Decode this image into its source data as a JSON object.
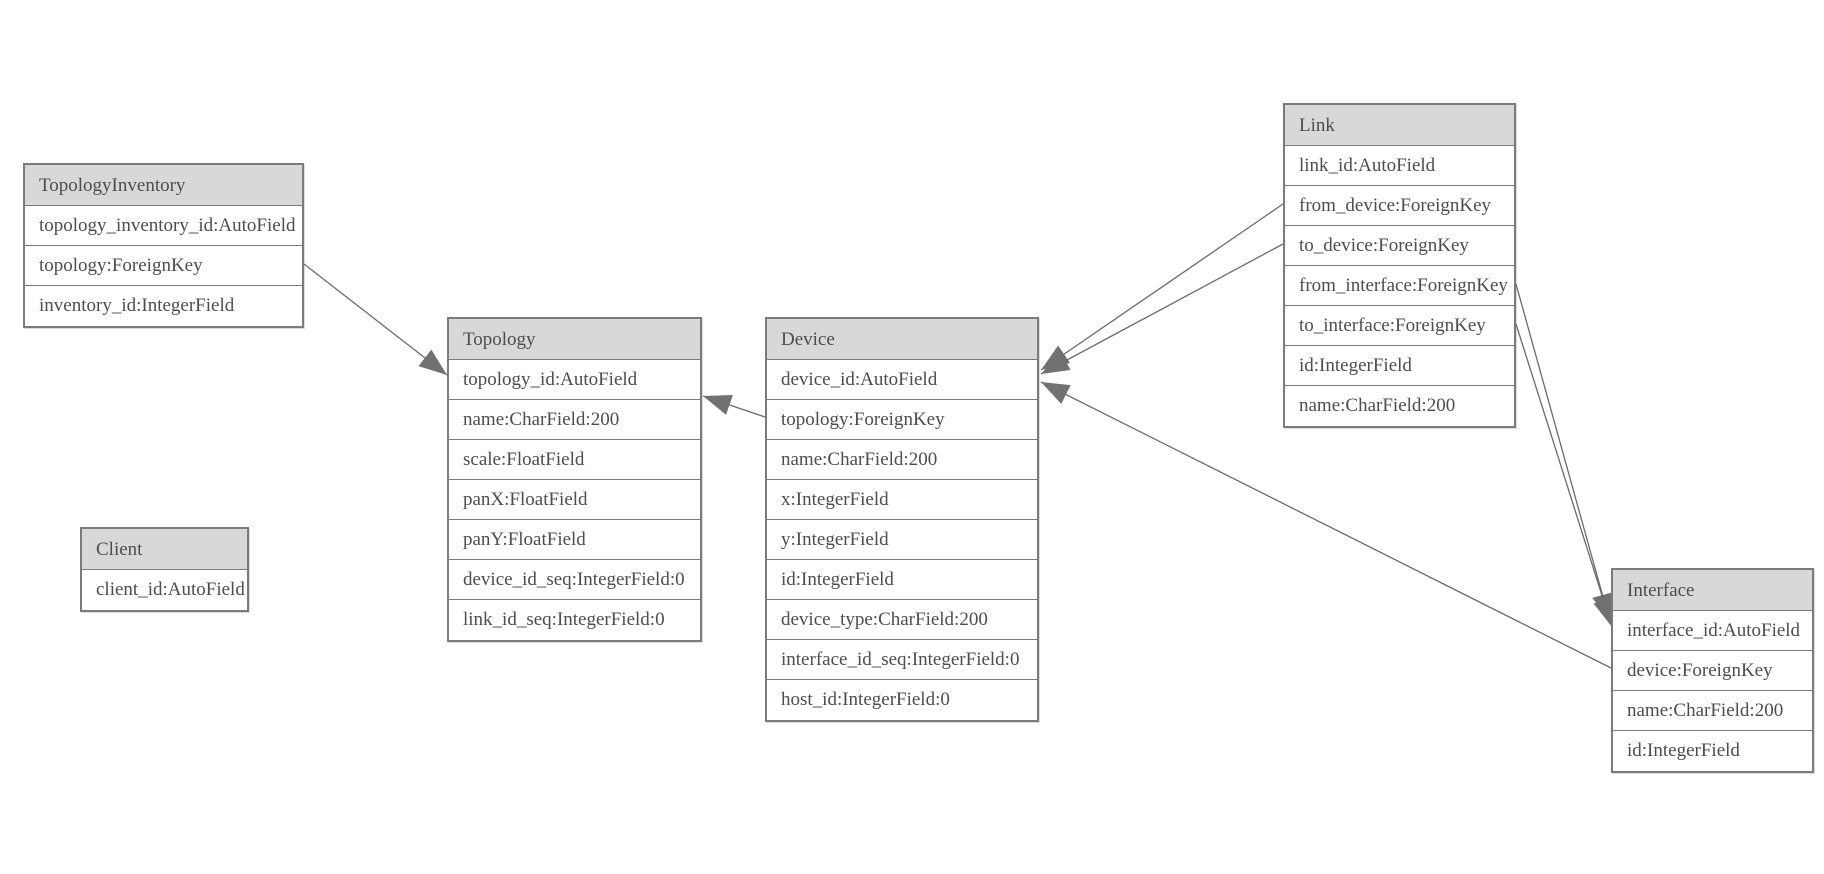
{
  "diagram": {
    "type": "entity-relationship-model",
    "colors": {
      "background": "#ffffff",
      "entity_border": "#7b7b7b",
      "entity_header_bg": "#d8d8d8",
      "entity_row_bg": "#ffffff",
      "text": "#4d4d4d",
      "relationship_line": "#6b6b6b",
      "arrowhead_fill": "#717171"
    },
    "entities": [
      {
        "name": "TopologyInventory",
        "fields": [
          "topology_inventory_id:AutoField",
          "topology:ForeignKey",
          "inventory_id:IntegerField"
        ]
      },
      {
        "name": "Topology",
        "fields": [
          "topology_id:AutoField",
          "name:CharField:200",
          "scale:FloatField",
          "panX:FloatField",
          "panY:FloatField",
          "device_id_seq:IntegerField:0",
          "link_id_seq:IntegerField:0"
        ]
      },
      {
        "name": "Client",
        "fields": [
          "client_id:AutoField"
        ]
      },
      {
        "name": "Device",
        "fields": [
          "device_id:AutoField",
          "topology:ForeignKey",
          "name:CharField:200",
          "x:IntegerField",
          "y:IntegerField",
          "id:IntegerField",
          "device_type:CharField:200",
          "interface_id_seq:IntegerField:0",
          "host_id:IntegerField:0"
        ]
      },
      {
        "name": "Link",
        "fields": [
          "link_id:AutoField",
          "from_device:ForeignKey",
          "to_device:ForeignKey",
          "from_interface:ForeignKey",
          "to_interface:ForeignKey",
          "id:IntegerField",
          "name:CharField:200"
        ]
      },
      {
        "name": "Interface",
        "fields": [
          "interface_id:AutoField",
          "device:ForeignKey",
          "name:CharField:200",
          "id:IntegerField"
        ]
      }
    ],
    "relationships": [
      {
        "from": "TopologyInventory.topology",
        "to": "Topology.topology_id"
      },
      {
        "from": "Device.topology",
        "to": "Topology.topology_id"
      },
      {
        "from": "Link.from_device",
        "to": "Device.device_id"
      },
      {
        "from": "Link.to_device",
        "to": "Device.device_id"
      },
      {
        "from": "Link.from_interface",
        "to": "Interface.interface_id"
      },
      {
        "from": "Link.to_interface",
        "to": "Interface.interface_id"
      },
      {
        "from": "Interface.device",
        "to": "Device.device_id"
      }
    ]
  }
}
